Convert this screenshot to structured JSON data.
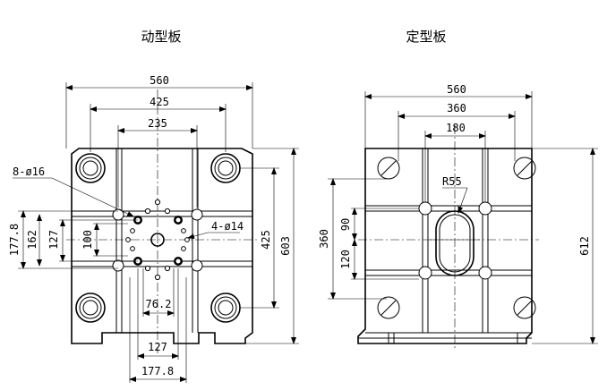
{
  "titles": {
    "moving_plate": "动型板",
    "fixed_plate": "定型板"
  },
  "moving_plate": {
    "width_overall": "560",
    "width_mid": "425",
    "width_inner": "235",
    "hole_note_left": "8-ø16",
    "hole_note_right": "4-ø14",
    "height_overall": "603",
    "height_mid": "425",
    "v_177_8": "177.8",
    "v_162": "162",
    "v_127": "127",
    "v_100": "100",
    "h_76_2": "76.2",
    "h_127": "127",
    "h_177_8": "177.8"
  },
  "fixed_plate": {
    "width_overall": "560",
    "width_mid": "360",
    "width_inner": "180",
    "radius": "R55",
    "v_360": "360",
    "v_90": "90",
    "v_120": "120",
    "height_overall": "612"
  }
}
